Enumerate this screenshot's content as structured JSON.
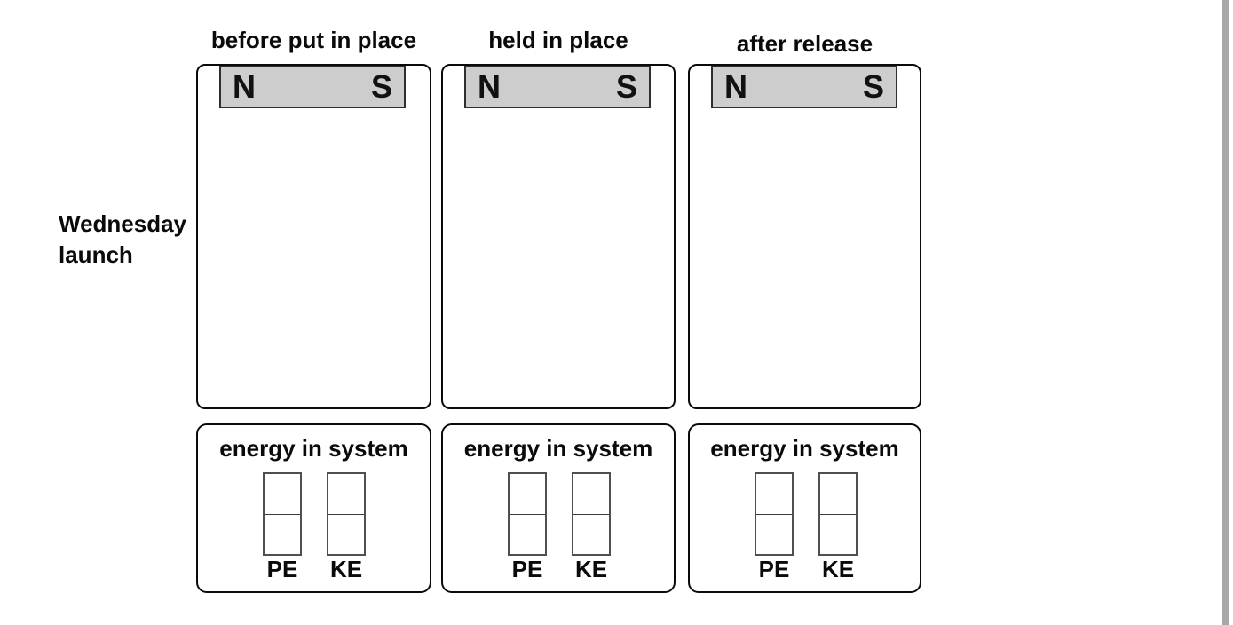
{
  "row_label": {
    "line1": "Wednesday",
    "line2": "launch"
  },
  "columns": [
    {
      "header": "before put in place",
      "magnet": {
        "left_pole": "N",
        "right_pole": "S"
      },
      "energy_box": {
        "title": "energy in system",
        "bars": [
          {
            "label": "PE",
            "segments": 4,
            "filled": 0
          },
          {
            "label": "KE",
            "segments": 4,
            "filled": 0
          }
        ]
      }
    },
    {
      "header": "held in place",
      "magnet": {
        "left_pole": "N",
        "right_pole": "S"
      },
      "energy_box": {
        "title": "energy in system",
        "bars": [
          {
            "label": "PE",
            "segments": 4,
            "filled": 0
          },
          {
            "label": "KE",
            "segments": 4,
            "filled": 0
          }
        ]
      }
    },
    {
      "header": "after release",
      "magnet": {
        "left_pole": "N",
        "right_pole": "S"
      },
      "energy_box": {
        "title": "energy in system",
        "bars": [
          {
            "label": "PE",
            "segments": 4,
            "filled": 0
          },
          {
            "label": "KE",
            "segments": 4,
            "filled": 0
          }
        ]
      }
    }
  ],
  "colors": {
    "background": "#ffffff",
    "magnet_fill": "#cdcdcd",
    "magnet_border": "#2e2e2e",
    "panel_border": "#0a0a0a",
    "cell_border": "#3a3a3a",
    "edge_strip": "#a7a7a7"
  }
}
